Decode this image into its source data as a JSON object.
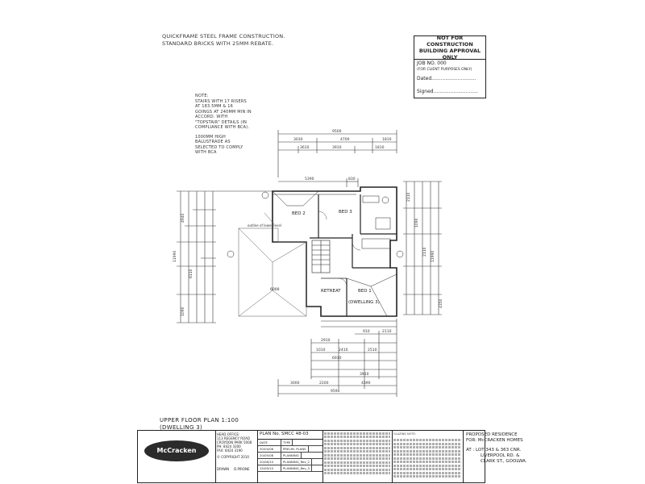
{
  "header_notes": {
    "line1": "QUICKFRAME STEEL FRAME CONSTRUCTION.",
    "line2": "STANDARD BRICKS WITH 25mm REBATE."
  },
  "stair_note": {
    "title": "NOTE:",
    "body": "STAIRS WITH 17 RISERS AT 183.5mm & 16 GOINGS AT 240mm MIN IN ACCORD. WITH \"TOPSTAIR\" DETAILS (in compliance with BCA).",
    "balustrade": "1000mm HIGH BALUSTRADE AS SELECTED TO COMPLY WITH BCA"
  },
  "approval_box": {
    "heading_line1": "NOT FOR CONSTRUCTION",
    "heading_line2": "BUILDING APPROVAL ONLY",
    "job_no": "JOB NO. 000",
    "client_note": "(FOR CLIENT PURPOSES ONLY)",
    "dated_label": "Dated.............................",
    "signed_label": "Signed............................."
  },
  "plan": {
    "rooms": {
      "bed2": "BED 2",
      "bed3": "BED 3",
      "bed1": "BED 1",
      "retreat": "RETREAT",
      "dwelling": "(DWELLING 3)"
    },
    "outline_note": "outline of lower level",
    "dimensions": {
      "top_overall": "9500",
      "top_row1": [
        "3030",
        "4700",
        "1810"
      ],
      "top_row2": [
        "3610",
        "3910",
        "1810"
      ],
      "top_inner": "5390",
      "top_right": "830",
      "retreat_dim": "6000",
      "bottom_rows": [
        "2910",
        "1010",
        "2410",
        "2510",
        "6910",
        "3910",
        "3000",
        "2200",
        "4390",
        "9590"
      ],
      "bottom_small": [
        "910",
        "2110"
      ],
      "left": [
        "4940",
        "11990",
        "6110",
        "1090"
      ],
      "right": [
        "2110",
        "1090",
        "2110",
        "11990",
        "4350"
      ]
    }
  },
  "plan_title": {
    "line1": "UPPER FLOOR PLAN 1:100",
    "line2": "(DWELLING 3)"
  },
  "title_block": {
    "logo_text": "McCracken Homes",
    "office": {
      "line1": "HEAD OFFICE:",
      "line2": "113 REGENCY ROAD",
      "line3": "CROYDON PARK 5008",
      "line4": "PH: 8424 3300",
      "line5": "FAX: 8424 3190",
      "copyright": "© COPYRIGHT 2010",
      "drawn_label": "DRAWN",
      "drawn_by": "D.PIRONE"
    },
    "plan_no": "PLAN No. SMCC 48-03",
    "revision_header": [
      "DATE",
      "TYPE"
    ],
    "revisions": [
      [
        "30/04/08",
        "PRELIM. PLANS"
      ],
      [
        "20/05/08",
        "PLANNING"
      ],
      [
        "20/08/10",
        "PLANNING_Rev_2"
      ],
      [
        "15/09/10",
        "PLANNING_Rev_3"
      ]
    ],
    "glazing_note_title": "GLAZING NOTE:",
    "project": {
      "line1": "PROPOSED RESIDENCE",
      "line2": "FOR: McCRACKEN HOMES",
      "line3": "AT : LOT 343 & 363 CNR.",
      "line4": "LIVERPOOL RD. &",
      "line5": "CLARK ST., GOOLWA."
    }
  }
}
